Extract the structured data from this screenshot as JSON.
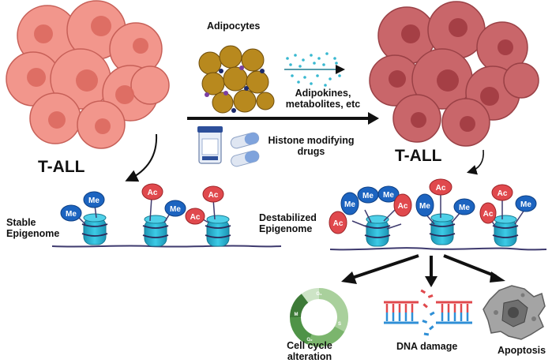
{
  "labels": {
    "left_cell": "T-ALL",
    "right_cell": "T-ALL",
    "adipocytes": "Adipocytes",
    "adipokines": "Adipokines,\nmetabolites, etc",
    "drugs": "Histone modifying\ndrugs",
    "stable": "Stable\nEpigenome",
    "destabilized": "Destabilized\nEpigenome",
    "cell_cycle": "Cell cycle\nalteration",
    "dna_damage": "DNA damage",
    "apoptosis": "Apoptosis"
  },
  "marks": {
    "me": "Me",
    "ac": "Ac"
  },
  "cycle_phases": {
    "g1": "G₁",
    "s": "S",
    "g2": "G₂",
    "m": "M"
  },
  "colors": {
    "cell_left": "#f2968c",
    "cell_right": "#c9666a",
    "nucleosome": "#2bb6d6",
    "me_mark": "#1c64c0",
    "ac_mark": "#e0494d",
    "dna": "#3e3a6e"
  }
}
